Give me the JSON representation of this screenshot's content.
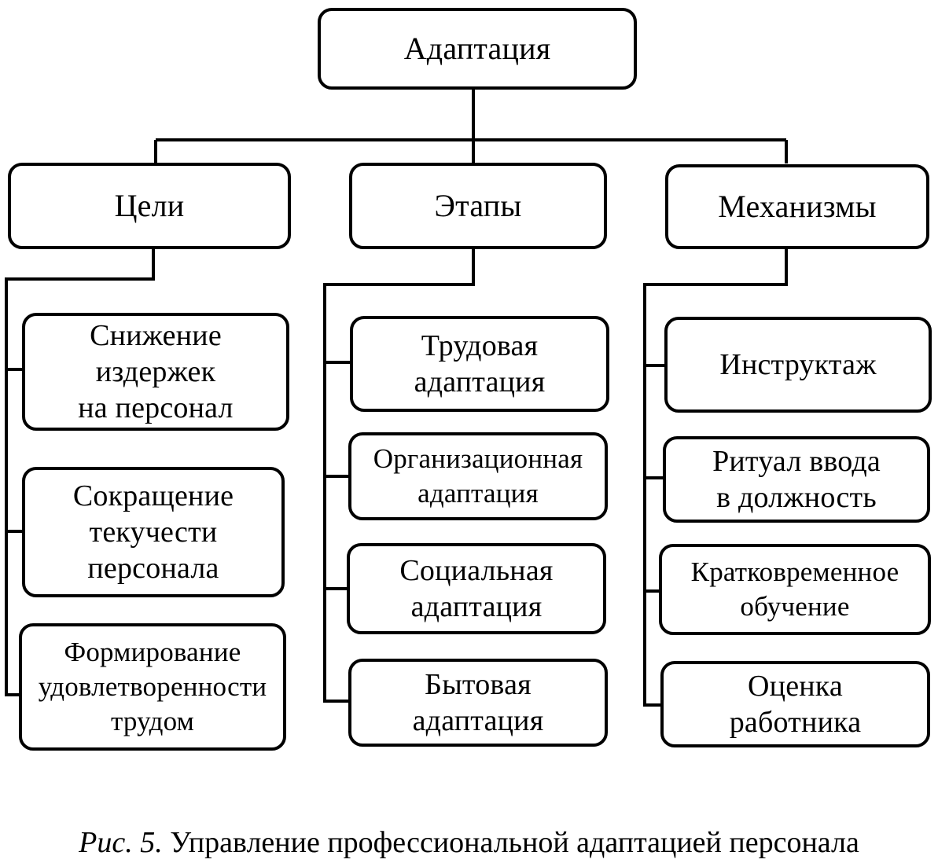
{
  "root": {
    "label": "Адаптация"
  },
  "columns": [
    {
      "header": "Цели",
      "items": [
        {
          "lines": [
            "Снижение",
            "издержек",
            "на персонал"
          ]
        },
        {
          "lines": [
            "Сокращение",
            "текучести",
            "персонала"
          ]
        },
        {
          "lines": [
            "Формирование",
            "удовлетворенности",
            "трудом"
          ]
        }
      ]
    },
    {
      "header": "Этапы",
      "items": [
        {
          "lines": [
            "Трудовая",
            "адаптация"
          ]
        },
        {
          "lines": [
            "Организационная",
            "адаптация"
          ]
        },
        {
          "lines": [
            "Социальная",
            "адаптация"
          ]
        },
        {
          "lines": [
            "Бытовая",
            "адаптация"
          ]
        }
      ]
    },
    {
      "header": "Механизмы",
      "items": [
        {
          "lines": [
            "Инструктаж"
          ]
        },
        {
          "lines": [
            "Ритуал ввода",
            "в должность"
          ]
        },
        {
          "lines": [
            "Кратковременное",
            "обучение"
          ]
        },
        {
          "lines": [
            "Оценка",
            "работника"
          ]
        }
      ]
    }
  ],
  "caption": {
    "figure": "Рис. 5.",
    "text": " Управление профессиональной адаптацией персонала"
  }
}
